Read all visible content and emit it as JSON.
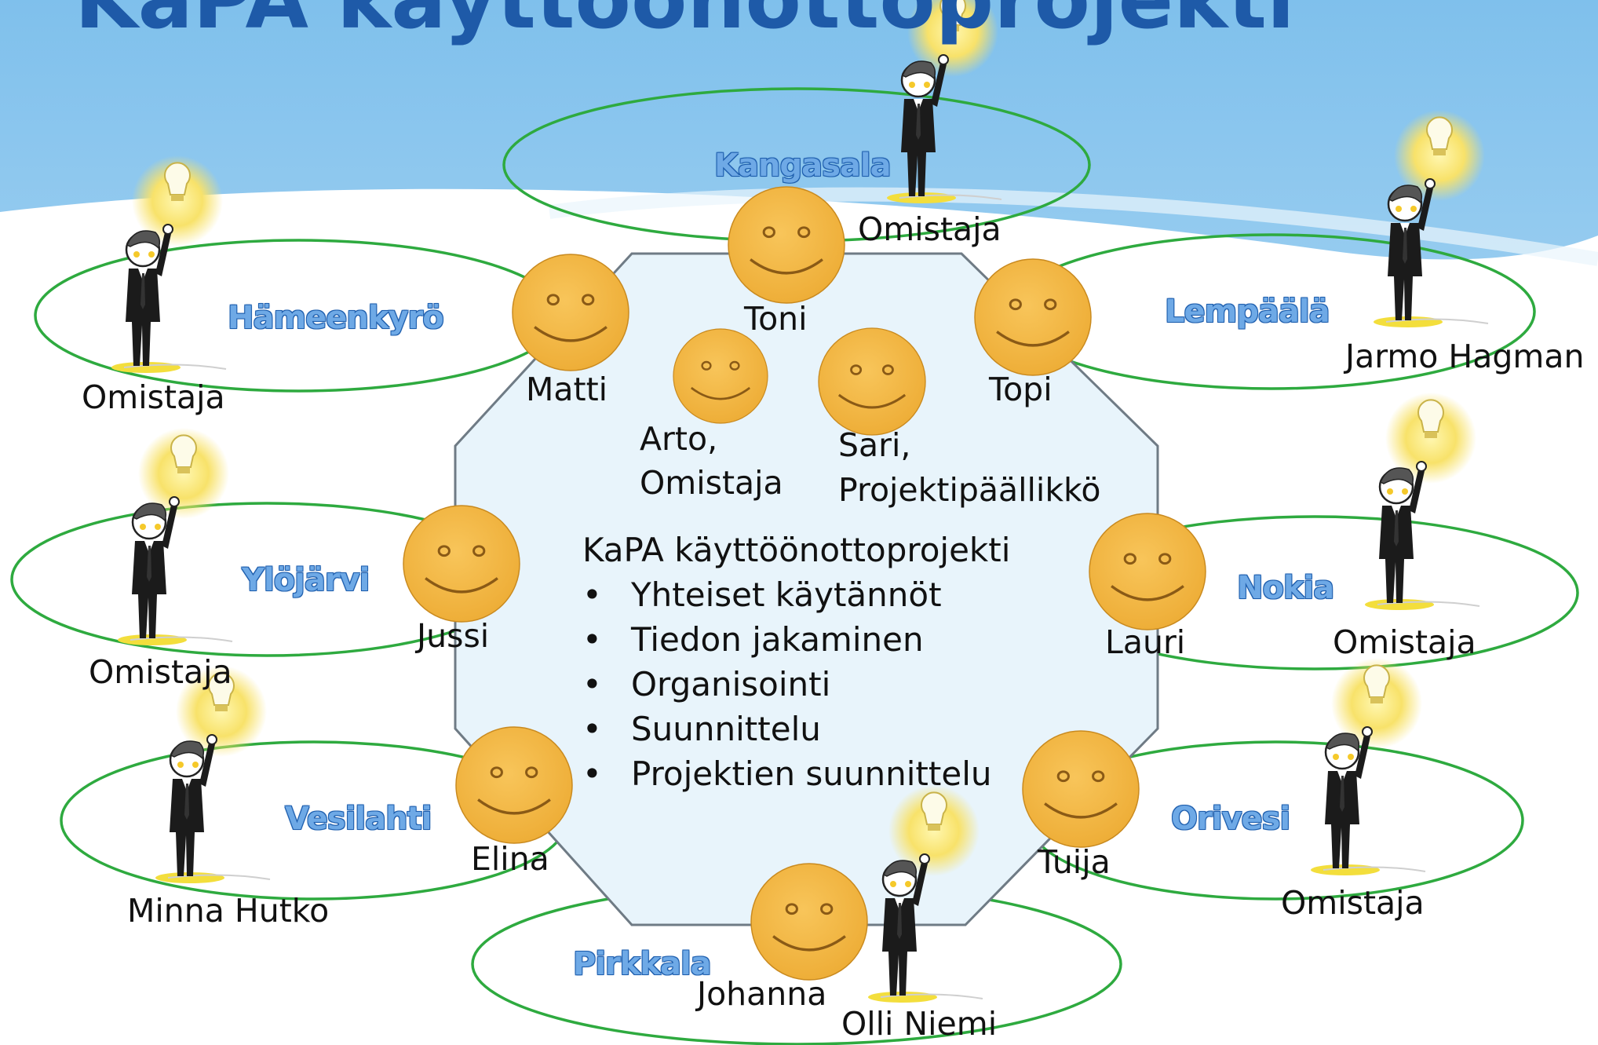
{
  "title": "KaPA käyttöönottoprojekti",
  "municipalities": {
    "kangasala": "Kangasala",
    "hameenkyro": "Hämeenkyrö",
    "lempaala": "Lempäälä",
    "ylojarvi": "Ylöjärvi",
    "nokia": "Nokia",
    "vesilahti": "Vesilahti",
    "orivesi": "Orivesi",
    "pirkkala": "Pirkkala"
  },
  "people": {
    "toni": "Toni",
    "matti": "Matti",
    "topi": "Topi",
    "arto": "Arto,",
    "arto_role": "Omistaja",
    "sari": "Sari,",
    "sari_role": "Projektipäällikkö",
    "jussi": "Jussi",
    "lauri": "Lauri",
    "elina": "Elina",
    "tuija": "Tuija",
    "johanna": "Johanna"
  },
  "owners": {
    "kangasala": "Omistaja",
    "hameenkyro": "Omistaja",
    "lempaala": "Jarmo Hagman",
    "ylojarvi": "Omistaja",
    "nokia": "Omistaja",
    "vesilahti": "Minna Hutko",
    "orivesi": "Omistaja",
    "pirkkala": "Olli Niemi"
  },
  "center": {
    "heading": "KaPA käyttöönottoprojekti",
    "items": [
      "Yhteiset käytännöt",
      "Tiedon jakaminen",
      "Organisointi",
      "Suunnittelu",
      "Projektien suunnittelu"
    ]
  },
  "colors": {
    "sky": "#8fc8ef",
    "octagon_fill": "#e8f4fb",
    "octagon_stroke": "#6f7b85",
    "ring": "#2eaa3f",
    "smiley": "#f3b944",
    "title": "#1e5aa8",
    "muni_text": "#6ea9e6"
  }
}
